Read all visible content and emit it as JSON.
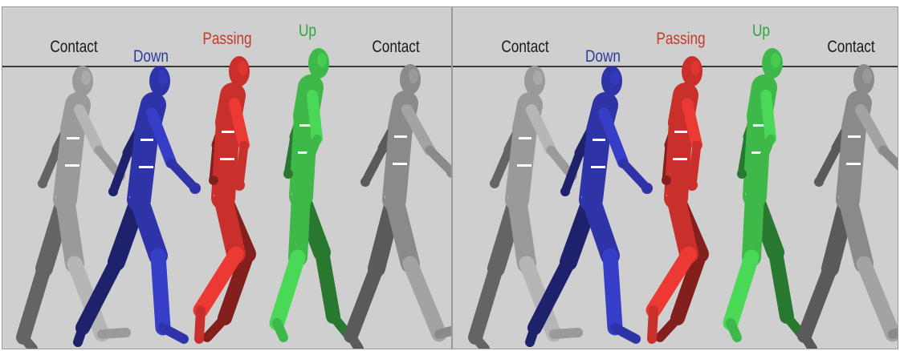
{
  "panels": [
    {
      "poses": [
        {
          "label": "Contact",
          "color": "#1a1a1a",
          "figure_color": "#9a9a9a"
        },
        {
          "label": "Down",
          "color": "#2b3a9e",
          "figure_color": "#2e34a8"
        },
        {
          "label": "Passing",
          "color": "#c23a2c",
          "figure_color": "#c9302c"
        },
        {
          "label": "Up",
          "color": "#2aa83a",
          "figure_color": "#3fb84a"
        },
        {
          "label": "Contact",
          "color": "#1a1a1a",
          "figure_color": "#8a8a8a"
        }
      ]
    },
    {
      "poses": [
        {
          "label": "Contact",
          "color": "#1a1a1a",
          "figure_color": "#9a9a9a"
        },
        {
          "label": "Down",
          "color": "#2b3a9e",
          "figure_color": "#2e34a8"
        },
        {
          "label": "Passing",
          "color": "#c23a2c",
          "figure_color": "#c9302c"
        },
        {
          "label": "Up",
          "color": "#2aa83a",
          "figure_color": "#3fb84a"
        },
        {
          "label": "Contact",
          "color": "#1a1a1a",
          "figure_color": "#8a8a8a"
        }
      ]
    }
  ],
  "colors": {
    "background": "#cfcfcf",
    "divider": "#3a3a3a"
  }
}
